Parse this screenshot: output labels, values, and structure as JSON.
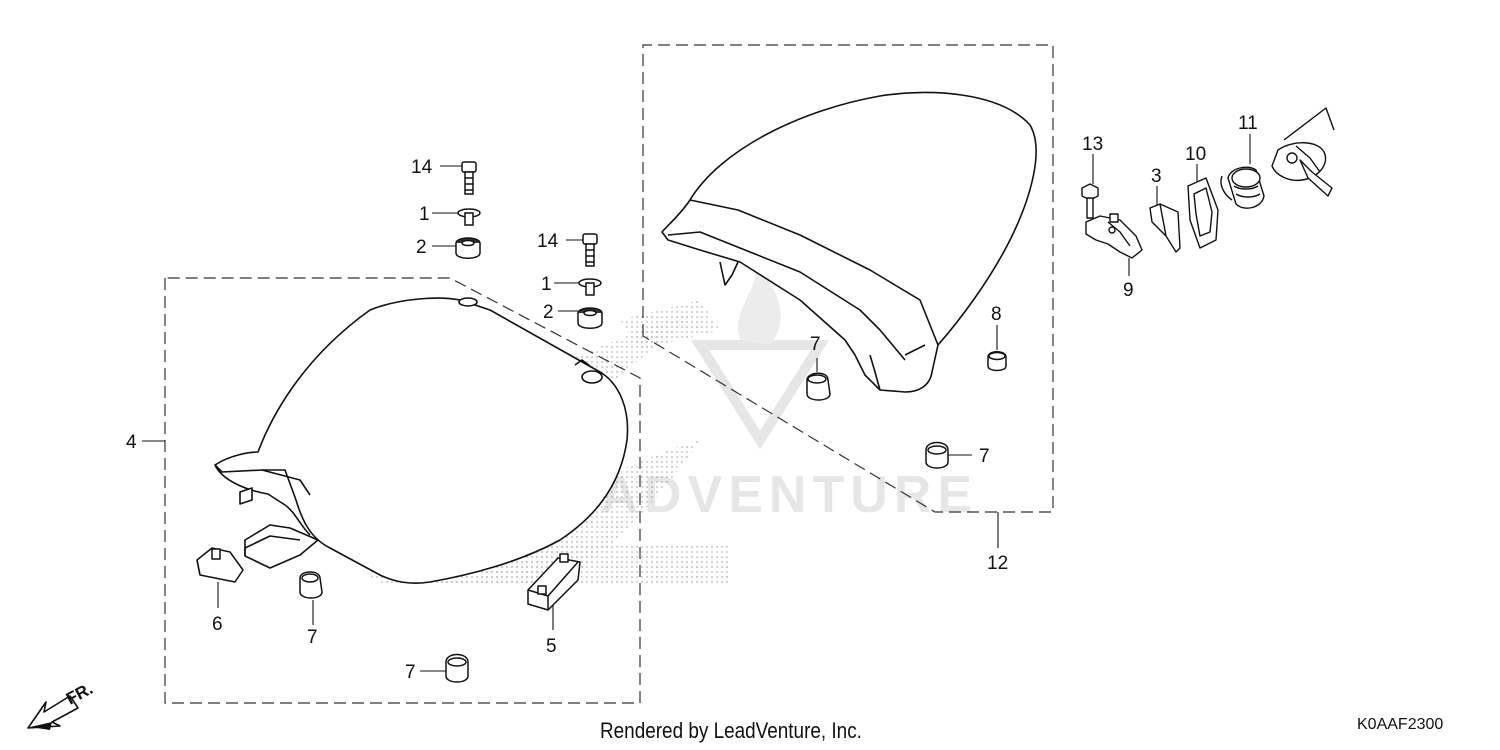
{
  "footer": {
    "credit": "Rendered by LeadVenture, Inc.",
    "diagram_code": "K0AAF2300"
  },
  "watermark": {
    "text": "LEADVENTURE"
  },
  "direction_arrow": {
    "label": "FR."
  },
  "callouts": {
    "rear_seat_bolt": "14",
    "rear_seat_collar": "1",
    "rear_seat_grommet": "2",
    "front_seat_bolt": "14",
    "front_seat_collar": "1",
    "front_seat_grommet": "2",
    "rear_seat_assy": "4",
    "cushion_rear": "5",
    "stopper_rear": "6",
    "seat_cushion_a": "7",
    "seat_cushion_b": "7",
    "seat_cushion_c": "7",
    "seat_cushion_d": "7",
    "cushion_front": "8",
    "front_seat_assy": "12",
    "bolt_13": "13",
    "clip_3": "3",
    "lock_hook_9": "9",
    "plate_10": "10",
    "seat_lock_cylinder": "11"
  }
}
